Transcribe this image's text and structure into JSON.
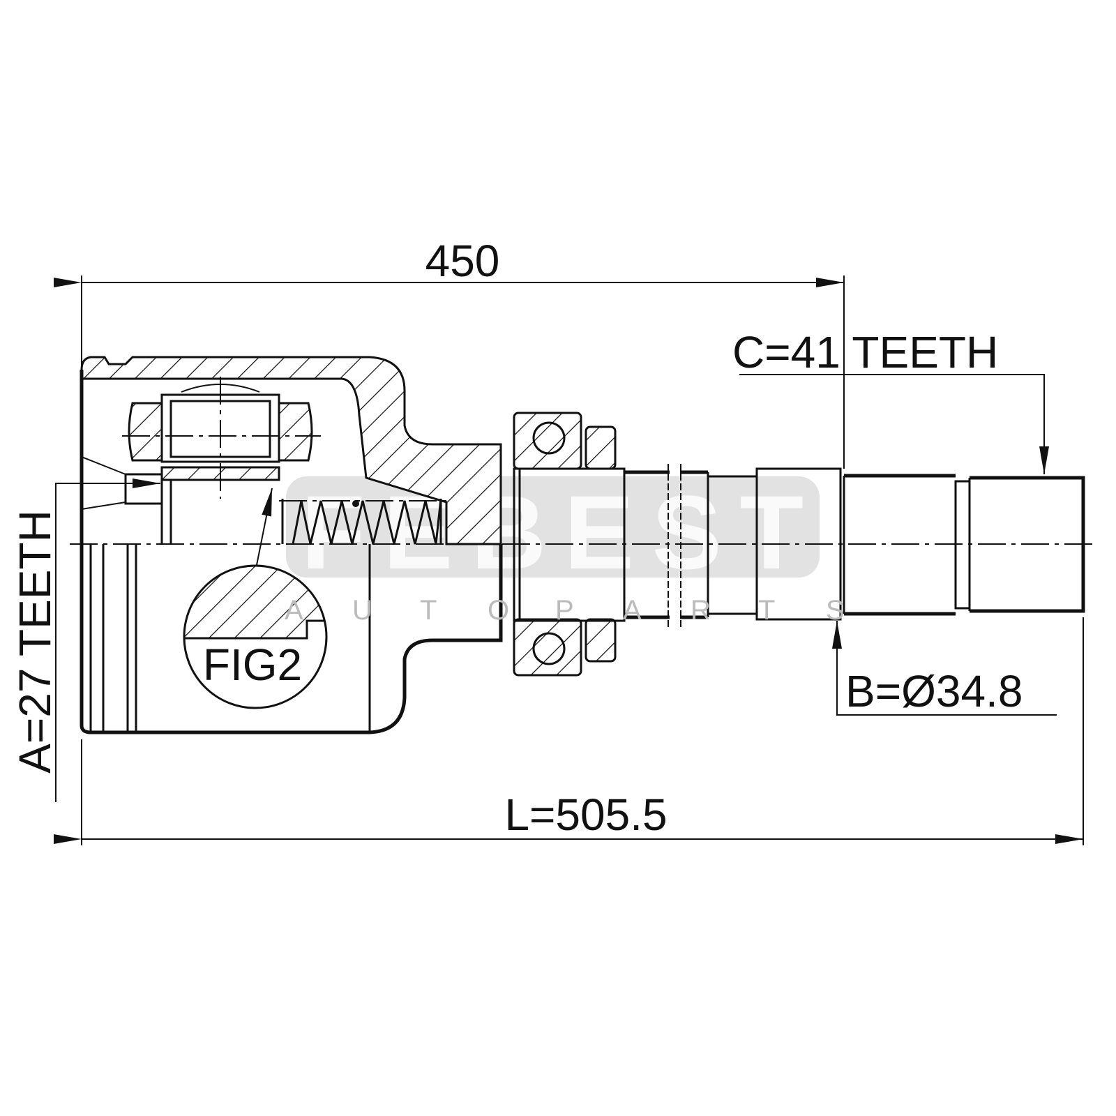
{
  "drawing": {
    "overall_length_label": "L=505.5",
    "partial_length_label": "450",
    "spline_a_label": "A=27 TEETH",
    "spline_b_label": "B=Ø34.8",
    "spline_c_label": "C=41 TEETH",
    "detail_label": "FIG2"
  },
  "watermark": {
    "brand": "FEBEST",
    "tagline_letters": [
      "A",
      "U",
      "T",
      "O",
      "P",
      "A",
      "R",
      "T",
      "S"
    ]
  },
  "colors": {
    "line": "#111111",
    "watermark_bg": "#e2e2e2"
  }
}
